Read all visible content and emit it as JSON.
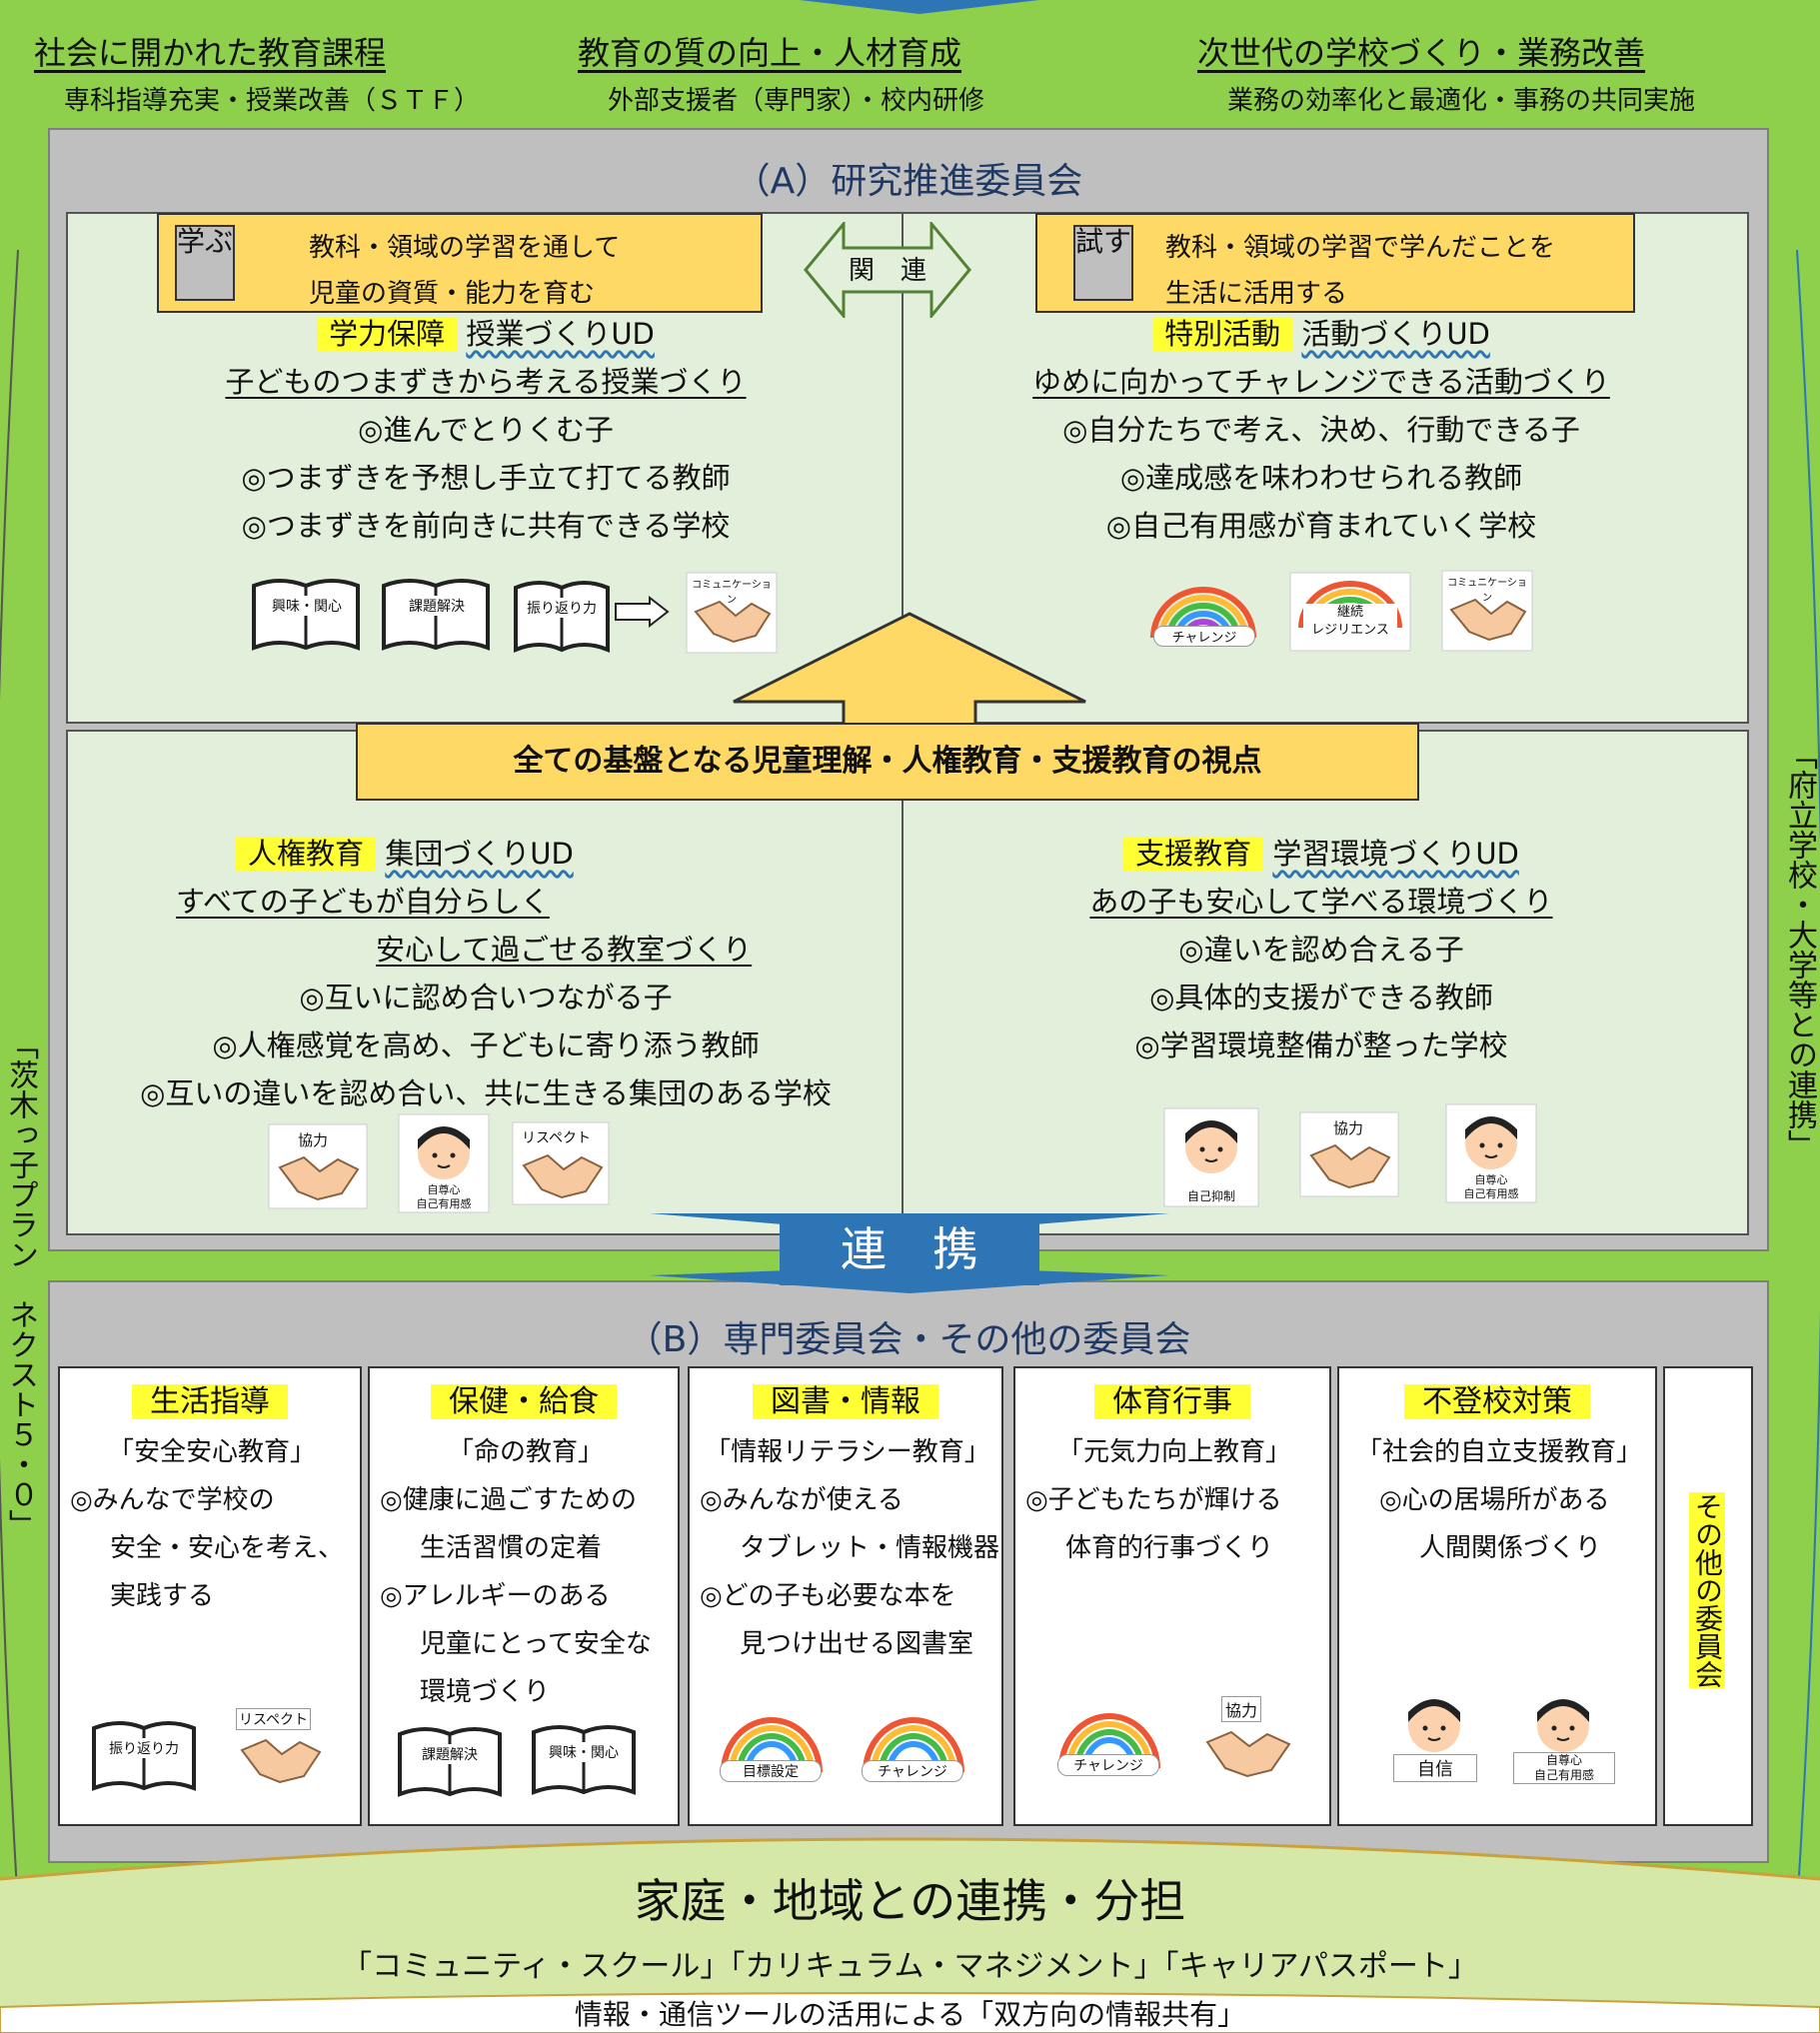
{
  "header": {
    "items": [
      {
        "title": "社会に開かれた教育課程",
        "sub": "専科指導充実・授業改善（ＳＴＦ）"
      },
      {
        "title": "教育の質の向上・人材育成",
        "sub": "外部支援者（専門家）・校内研修"
      },
      {
        "title": "次世代の学校づくり・業務改善",
        "sub": "業務の効率化と最適化・事務の共同実施"
      }
    ]
  },
  "side": {
    "left": "「茨木っ子プラン　ネクスト５・０」",
    "right": "「府立学校・大学等との連携」"
  },
  "committee_a": {
    "title": "（A）研究推進委員会",
    "relation": "関　連",
    "foundation": "全ての基盤となる児童理解・人権教育・支援教育の視点",
    "manabu": {
      "tag": "学ぶ",
      "l1": "教科・領域の学習を通して",
      "l2": "児童の資質・能力を育む"
    },
    "tamesu": {
      "tag": "試す",
      "l1": "教科・領域の学習で学んだことを",
      "l2": "生活に活用する"
    },
    "q1": {
      "h": "学力保障",
      "hs": "授業づくりUD",
      "lines": [
        "子どものつまずきから考える授業づくり",
        "◎進んでとりくむ子",
        "◎つまずきを予想し手立て打てる教師",
        "◎つまずきを前向きに共有できる学校"
      ],
      "icons": [
        "興味・関心",
        "課題解決",
        "振り返り力",
        "コミュニケーション"
      ]
    },
    "q2": {
      "h": "特別活動",
      "hs": "活動づくりUD",
      "lines": [
        "ゆめに向かってチャレンジできる活動づくり",
        "◎自分たちで考え、決め、行動できる子",
        "◎達成感を味わわせられる教師",
        "◎自己有用感が育まれていく学校"
      ],
      "icons": [
        "チャレンジ",
        "継続",
        "レジリエンス",
        "コミュニケーション"
      ]
    },
    "q3": {
      "h": "人権教育",
      "hs": "集団づくりUD",
      "lines": [
        "すべての子どもが自分らしく",
        "安心して過ごせる教室づくり",
        "◎互いに認め合いつながる子",
        "◎人権感覚を高め、子どもに寄り添う教師",
        "◎互いの違いを認め合い、共に生きる集団のある学校"
      ],
      "icons": [
        "協力",
        "自尊心",
        "自己有用感",
        "リスペクト"
      ]
    },
    "q4": {
      "h": "支援教育",
      "hs": "学習環境づくりUD",
      "lines": [
        "あの子も安心して学べる環境づくり",
        "◎違いを認め合える子",
        "◎具体的支援ができる教師",
        "◎学習環境整備が整った学校"
      ],
      "icons": [
        "自己抑制",
        "協力",
        "自尊心",
        "自己有用感"
      ]
    }
  },
  "link_label": "連　携",
  "committee_b": {
    "title": "（B）専門委員会・その他の委員会",
    "cols": [
      {
        "title": "生活指導",
        "lines": [
          "「安全安心教育」",
          "◎みんなで学校の",
          "　安全・安心を考え、",
          "　実践する"
        ],
        "icons": [
          "振り返り力",
          "リスペクト"
        ]
      },
      {
        "title": "保健・給食",
        "lines": [
          "「命の教育」",
          "◎健康に過ごすための",
          "　生活習慣の定着",
          "◎アレルギーのある",
          "　児童にとって安全な",
          "　環境づくり"
        ],
        "icons": [
          "課題解決",
          "興味・関心"
        ]
      },
      {
        "title": "図書・情報",
        "lines": [
          "「情報リテラシー教育」",
          "◎みんなが使える",
          "　タブレット・情報機器",
          "◎どの子も必要な本を",
          "　見つけ出せる図書室"
        ],
        "icons": [
          "目標設定",
          "チャレンジ"
        ]
      },
      {
        "title": "体育行事",
        "lines": [
          "「元気力向上教育」",
          "◎子どもたちが輝ける",
          "　体育的行事づくり"
        ],
        "icons": [
          "チャレンジ",
          "協力"
        ]
      },
      {
        "title": "不登校対策",
        "lines": [
          "「社会的自立支援教育」",
          "◎心の居場所がある",
          "　人間関係づくり"
        ],
        "icons": [
          "自信",
          "自尊心",
          "自己有用感"
        ]
      }
    ],
    "other": "その他の委員会"
  },
  "footer": {
    "title": "家庭・地域との連携・分担",
    "line1": "「コミュニティ・スクール」「カリキュラム・マネジメント」「キャリアパスポート」",
    "line2": "情報・通信ツールの活用による「双方向の情報共有」"
  },
  "colors": {
    "green": "#8ecf4c",
    "quad": "#e2efda",
    "yellow": "#ffd966",
    "highlight": "#ffff33",
    "arrow_blue": "#2e75b6"
  }
}
